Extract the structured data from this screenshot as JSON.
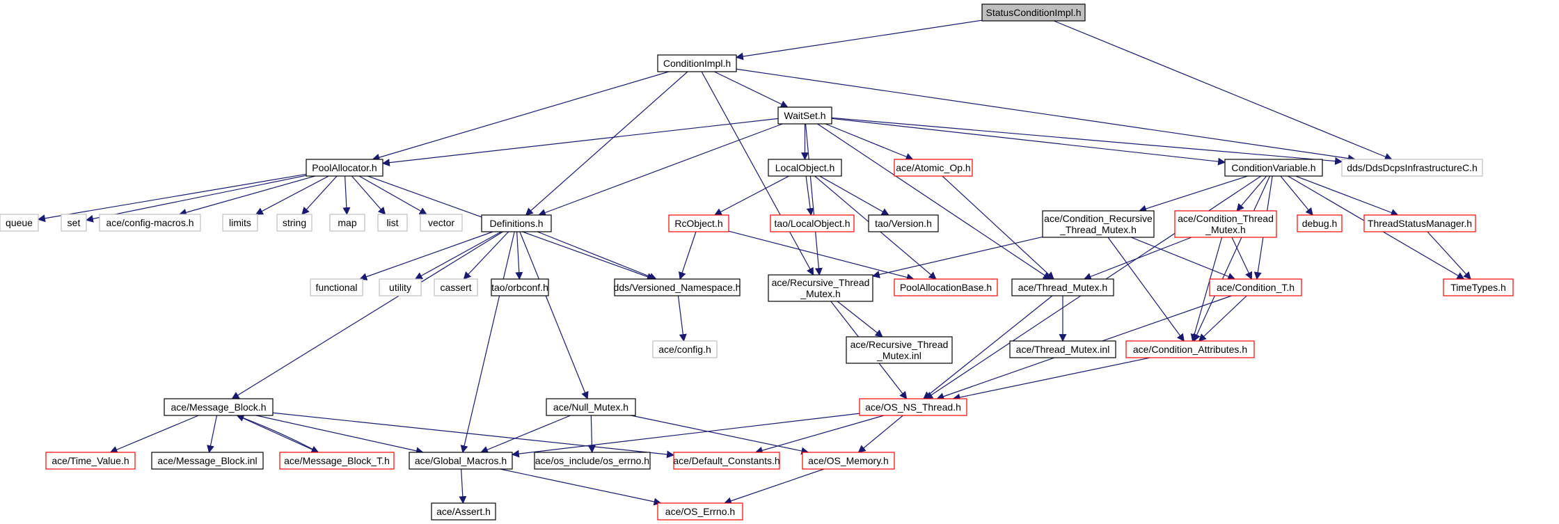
{
  "title": "StatusConditionImpl.h",
  "colors": {
    "edge": "#191970",
    "node_documented_border": "#000000",
    "node_undocumented_border": "#bfbfbf",
    "node_truncated_border": "#ff0000",
    "root_fill": "#bfbfbf",
    "node_fill": "#ffffff"
  },
  "nodes": [
    {
      "id": "StatusConditionImpl",
      "label": "StatusConditionImpl.h",
      "style": "root"
    },
    {
      "id": "ConditionImpl",
      "label": "ConditionImpl.h",
      "style": "normal"
    },
    {
      "id": "WaitSet",
      "label": "WaitSet.h",
      "style": "normal"
    },
    {
      "id": "DdsDcps",
      "label": "dds/DdsDcpsInfrastructureC.h",
      "style": "grey"
    },
    {
      "id": "PoolAllocator",
      "label": "PoolAllocator.h",
      "style": "normal"
    },
    {
      "id": "LocalObject",
      "label": "LocalObject.h",
      "style": "normal"
    },
    {
      "id": "AtomicOp",
      "label": "ace/Atomic_Op.h",
      "style": "red"
    },
    {
      "id": "ConditionVariable",
      "label": "ConditionVariable.h",
      "style": "normal"
    },
    {
      "id": "queue",
      "label": "queue",
      "style": "grey"
    },
    {
      "id": "set",
      "label": "set",
      "style": "grey"
    },
    {
      "id": "configmacros",
      "label": "ace/config-macros.h",
      "style": "grey"
    },
    {
      "id": "limits",
      "label": "limits",
      "style": "grey"
    },
    {
      "id": "string",
      "label": "string",
      "style": "grey"
    },
    {
      "id": "map",
      "label": "map",
      "style": "grey"
    },
    {
      "id": "list",
      "label": "list",
      "style": "grey"
    },
    {
      "id": "vector",
      "label": "vector",
      "style": "grey"
    },
    {
      "id": "Definitions",
      "label": "Definitions.h",
      "style": "normal"
    },
    {
      "id": "RcObject",
      "label": "RcObject.h",
      "style": "red"
    },
    {
      "id": "taoLocalObject",
      "label": "tao/LocalObject.h",
      "style": "red"
    },
    {
      "id": "taoVersion",
      "label": "tao/Version.h",
      "style": "normal"
    },
    {
      "id": "CondRecMutex",
      "label": "ace/Condition_Recursive\n_Thread_Mutex.h",
      "style": "normal"
    },
    {
      "id": "CondThreadMutex",
      "label": "ace/Condition_Thread\n_Mutex.h",
      "style": "red"
    },
    {
      "id": "debug",
      "label": "debug.h",
      "style": "red"
    },
    {
      "id": "ThreadStatusManager",
      "label": "ThreadStatusManager.h",
      "style": "red"
    },
    {
      "id": "functional",
      "label": "functional",
      "style": "grey"
    },
    {
      "id": "utility",
      "label": "utility",
      "style": "grey"
    },
    {
      "id": "cassert",
      "label": "cassert",
      "style": "grey"
    },
    {
      "id": "orbconf",
      "label": "tao/orbconf.h",
      "style": "normal"
    },
    {
      "id": "VersionedNs",
      "label": "dds/Versioned_Namespace.h",
      "style": "normal"
    },
    {
      "id": "RecThreadMutex",
      "label": "ace/Recursive_Thread\n_Mutex.h",
      "style": "normal"
    },
    {
      "id": "PoolAllocationBase",
      "label": "PoolAllocationBase.h",
      "style": "red"
    },
    {
      "id": "ThreadMutex",
      "label": "ace/Thread_Mutex.h",
      "style": "normal"
    },
    {
      "id": "ConditionT",
      "label": "ace/Condition_T.h",
      "style": "red"
    },
    {
      "id": "TimeTypes",
      "label": "TimeTypes.h",
      "style": "red"
    },
    {
      "id": "config",
      "label": "ace/config.h",
      "style": "grey"
    },
    {
      "id": "RecThreadMutexInl",
      "label": "ace/Recursive_Thread\n_Mutex.inl",
      "style": "normal"
    },
    {
      "id": "ThreadMutexInl",
      "label": "ace/Thread_Mutex.inl",
      "style": "normal"
    },
    {
      "id": "CondAttr",
      "label": "ace/Condition_Attributes.h",
      "style": "red"
    },
    {
      "id": "MessageBlock",
      "label": "ace/Message_Block.h",
      "style": "normal"
    },
    {
      "id": "NullMutex",
      "label": "ace/Null_Mutex.h",
      "style": "normal"
    },
    {
      "id": "OSNSThread",
      "label": "ace/OS_NS_Thread.h",
      "style": "red"
    },
    {
      "id": "TimeValue",
      "label": "ace/Time_Value.h",
      "style": "red"
    },
    {
      "id": "MessageBlockInl",
      "label": "ace/Message_Block.inl",
      "style": "normal"
    },
    {
      "id": "MessageBlockT",
      "label": "ace/Message_Block_T.h",
      "style": "red"
    },
    {
      "id": "GlobalMacros",
      "label": "ace/Global_Macros.h",
      "style": "normal"
    },
    {
      "id": "osErrno",
      "label": "ace/os_include/os_errno.h",
      "style": "normal"
    },
    {
      "id": "DefaultConstants",
      "label": "ace/Default_Constants.h",
      "style": "red"
    },
    {
      "id": "OSMemory",
      "label": "ace/OS_Memory.h",
      "style": "red"
    },
    {
      "id": "Assert",
      "label": "ace/Assert.h",
      "style": "normal"
    },
    {
      "id": "OSErrno",
      "label": "ace/OS_Errno.h",
      "style": "red"
    }
  ],
  "edges": [
    {
      "from": "StatusConditionImpl",
      "to": "ConditionImpl"
    },
    {
      "from": "StatusConditionImpl",
      "to": "DdsDcps"
    },
    {
      "from": "ConditionImpl",
      "to": "WaitSet"
    },
    {
      "from": "ConditionImpl",
      "to": "DdsDcps"
    },
    {
      "from": "ConditionImpl",
      "to": "PoolAllocator"
    },
    {
      "from": "ConditionImpl",
      "to": "Definitions"
    },
    {
      "from": "ConditionImpl",
      "to": "RecThreadMutex"
    },
    {
      "from": "WaitSet",
      "to": "DdsDcps"
    },
    {
      "from": "WaitSet",
      "to": "PoolAllocator"
    },
    {
      "from": "WaitSet",
      "to": "LocalObject"
    },
    {
      "from": "WaitSet",
      "to": "AtomicOp"
    },
    {
      "from": "WaitSet",
      "to": "ConditionVariable"
    },
    {
      "from": "WaitSet",
      "to": "Definitions"
    },
    {
      "from": "WaitSet",
      "to": "RecThreadMutex"
    },
    {
      "from": "WaitSet",
      "to": "ThreadMutex"
    },
    {
      "from": "PoolAllocator",
      "to": "queue"
    },
    {
      "from": "PoolAllocator",
      "to": "set"
    },
    {
      "from": "PoolAllocator",
      "to": "configmacros"
    },
    {
      "from": "PoolAllocator",
      "to": "limits"
    },
    {
      "from": "PoolAllocator",
      "to": "string"
    },
    {
      "from": "PoolAllocator",
      "to": "map"
    },
    {
      "from": "PoolAllocator",
      "to": "list"
    },
    {
      "from": "PoolAllocator",
      "to": "vector"
    },
    {
      "from": "PoolAllocator",
      "to": "VersionedNs"
    },
    {
      "from": "LocalObject",
      "to": "RcObject"
    },
    {
      "from": "LocalObject",
      "to": "taoLocalObject"
    },
    {
      "from": "LocalObject",
      "to": "taoVersion"
    },
    {
      "from": "LocalObject",
      "to": "PoolAllocationBase"
    },
    {
      "from": "AtomicOp",
      "to": "ThreadMutex"
    },
    {
      "from": "RcObject",
      "to": "VersionedNs"
    },
    {
      "from": "RcObject",
      "to": "PoolAllocationBase"
    },
    {
      "from": "ConditionVariable",
      "to": "CondRecMutex"
    },
    {
      "from": "ConditionVariable",
      "to": "CondThreadMutex"
    },
    {
      "from": "ConditionVariable",
      "to": "debug"
    },
    {
      "from": "ConditionVariable",
      "to": "ThreadStatusManager"
    },
    {
      "from": "ConditionVariable",
      "to": "TimeTypes"
    },
    {
      "from": "ConditionVariable",
      "to": "ConditionT"
    },
    {
      "from": "ConditionVariable",
      "to": "CondAttr"
    },
    {
      "from": "ConditionVariable",
      "to": "OSNSThread"
    },
    {
      "from": "ThreadStatusManager",
      "to": "TimeTypes"
    },
    {
      "from": "CondRecMutex",
      "to": "RecThreadMutex"
    },
    {
      "from": "CondRecMutex",
      "to": "ConditionT"
    },
    {
      "from": "CondRecMutex",
      "to": "CondAttr"
    },
    {
      "from": "CondThreadMutex",
      "to": "ThreadMutex"
    },
    {
      "from": "CondThreadMutex",
      "to": "ConditionT"
    },
    {
      "from": "CondThreadMutex",
      "to": "CondAttr"
    },
    {
      "from": "ConditionT",
      "to": "CondAttr"
    },
    {
      "from": "ConditionT",
      "to": "OSNSThread"
    },
    {
      "from": "CondAttr",
      "to": "OSNSThread"
    },
    {
      "from": "Definitions",
      "to": "functional"
    },
    {
      "from": "Definitions",
      "to": "utility"
    },
    {
      "from": "Definitions",
      "to": "cassert"
    },
    {
      "from": "Definitions",
      "to": "orbconf"
    },
    {
      "from": "Definitions",
      "to": "VersionedNs"
    },
    {
      "from": "Definitions",
      "to": "MessageBlock"
    },
    {
      "from": "Definitions",
      "to": "GlobalMacros"
    },
    {
      "from": "Definitions",
      "to": "NullMutex"
    },
    {
      "from": "VersionedNs",
      "to": "config"
    },
    {
      "from": "RecThreadMutex",
      "to": "RecThreadMutexInl"
    },
    {
      "from": "RecThreadMutex",
      "to": "OSNSThread"
    },
    {
      "from": "ThreadMutex",
      "to": "ThreadMutexInl"
    },
    {
      "from": "ThreadMutex",
      "to": "OSNSThread"
    },
    {
      "from": "OSNSThread",
      "to": "GlobalMacros"
    },
    {
      "from": "OSNSThread",
      "to": "DefaultConstants"
    },
    {
      "from": "OSNSThread",
      "to": "OSMemory"
    },
    {
      "from": "MessageBlock",
      "to": "TimeValue"
    },
    {
      "from": "MessageBlock",
      "to": "MessageBlockInl"
    },
    {
      "from": "MessageBlock",
      "to": "MessageBlockT"
    },
    {
      "from": "MessageBlock",
      "to": "GlobalMacros"
    },
    {
      "from": "MessageBlock",
      "to": "DefaultConstants"
    },
    {
      "from": "MessageBlockT",
      "to": "MessageBlock"
    },
    {
      "from": "NullMutex",
      "to": "GlobalMacros"
    },
    {
      "from": "NullMutex",
      "to": "osErrno"
    },
    {
      "from": "NullMutex",
      "to": "OSMemory"
    },
    {
      "from": "GlobalMacros",
      "to": "Assert"
    },
    {
      "from": "GlobalMacros",
      "to": "OSErrno"
    },
    {
      "from": "OSMemory",
      "to": "OSErrno"
    }
  ]
}
